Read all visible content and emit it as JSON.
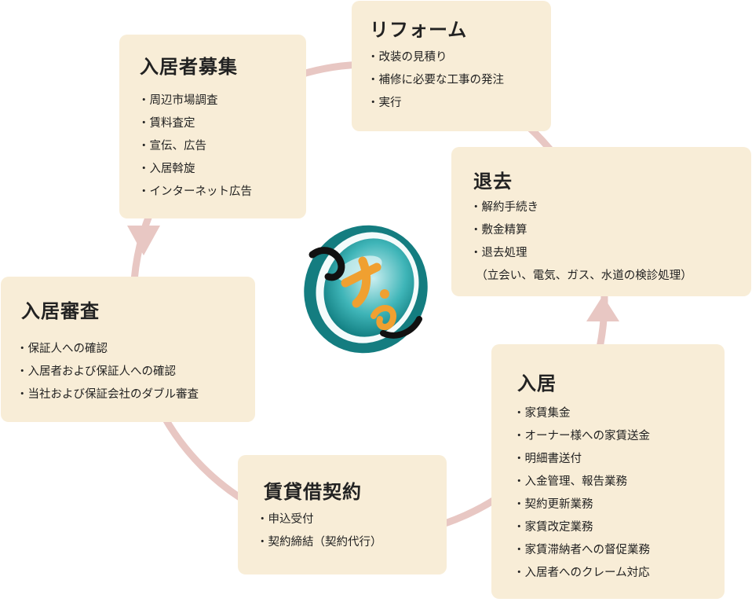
{
  "colors": {
    "card_background": "#f8edd7",
    "cycle_ring": "#e8c7c3",
    "logo_teal": "#1b9a9c",
    "logo_orange": "#f0a030"
  },
  "logo": {
    "icon": "company-logo-icon"
  },
  "steps": {
    "recruit": {
      "title": "入居者募集",
      "items": [
        "周辺市場調査",
        "賃料査定",
        "宣伝、広告",
        "入居斡旋",
        "インターネット広告"
      ]
    },
    "reform": {
      "title": "リフォーム",
      "items": [
        "改装の見積り",
        "補修に必要な工事の発注",
        "実行"
      ]
    },
    "moveout": {
      "title": "退去",
      "items": [
        "解約手続き",
        "敷金精算",
        "退去処理"
      ],
      "items_note": "（立会い、電気、ガス、水道の検診処理）"
    },
    "screening": {
      "title": "入居審査",
      "items": [
        "保証人への確認",
        "入居者および保証人への確認",
        "当社および保証会社のダブル審査"
      ]
    },
    "occupancy": {
      "title": "入居",
      "items": [
        "家賃集金",
        "オーナー様への家賃送金",
        "明細書送付",
        "入金管理、報告業務",
        "契約更新業務",
        "家賃改定業務",
        "家賃滞納者への督促業務",
        "入居者へのクレーム対応"
      ]
    },
    "contract": {
      "title": "賃貸借契約",
      "items": [
        "申込受付",
        "契約締結（契約代行）"
      ]
    }
  }
}
